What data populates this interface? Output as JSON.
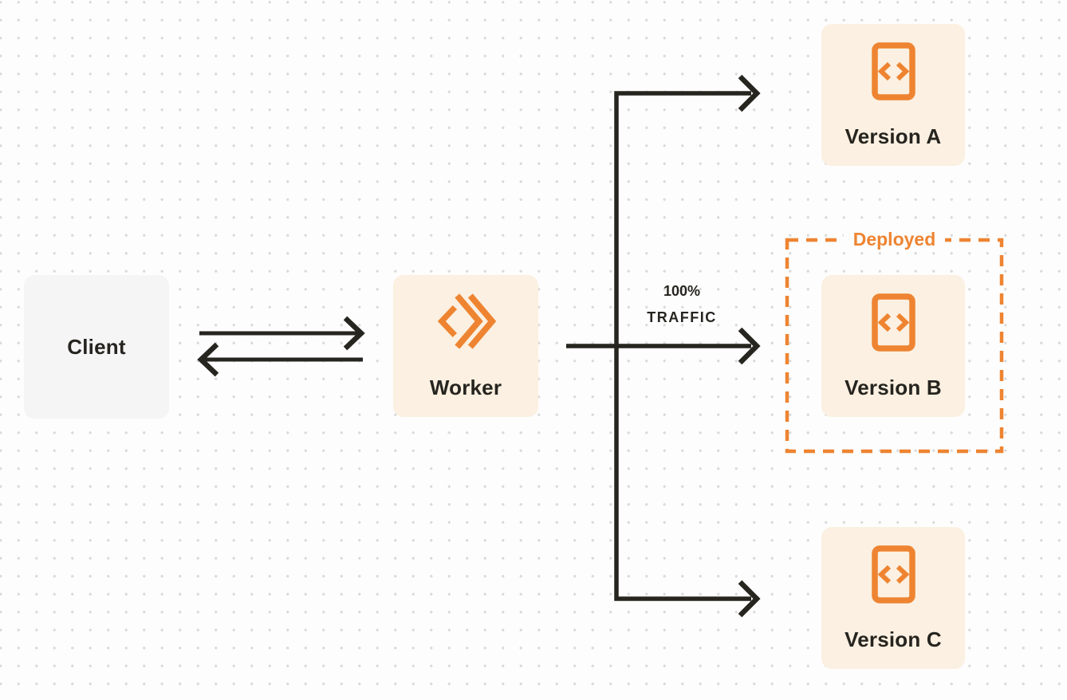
{
  "diagram": {
    "title": "worker-version-routing-diagram",
    "nodes": {
      "client": {
        "label": "Client"
      },
      "worker": {
        "label": "Worker"
      },
      "version_a": {
        "label": "Version A"
      },
      "version_b": {
        "label": "Version B"
      },
      "version_c": {
        "label": "Version C"
      }
    },
    "annotations": {
      "deployed": {
        "label": "Deployed"
      },
      "traffic": {
        "line1": "100%",
        "line2": "TRAFFIC"
      }
    },
    "icons": {
      "worker_icon": "workers-logo-icon",
      "version_icon": "code-file-icon"
    },
    "edges": [
      {
        "from": "client",
        "to": "worker",
        "direction": "bidirectional"
      },
      {
        "from": "worker",
        "to": "version_a",
        "direction": "forward"
      },
      {
        "from": "worker",
        "to": "version_b",
        "direction": "forward",
        "label": "100% TRAFFIC"
      },
      {
        "from": "worker",
        "to": "version_c",
        "direction": "forward"
      }
    ],
    "colors": {
      "orange": "#ee8431",
      "dark": "#26251f",
      "node_cream_bg": "#fbf0e1",
      "client_bg": "#f5f5f6",
      "page_bg": "#fdfdfd",
      "dot": "#dbdbdb"
    }
  }
}
